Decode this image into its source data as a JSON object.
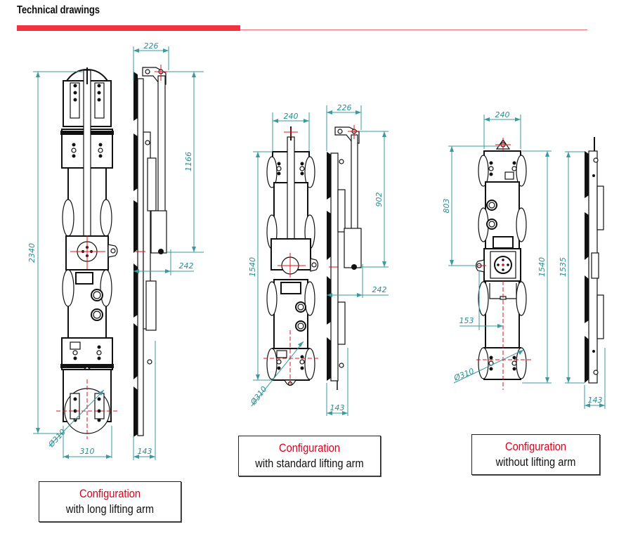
{
  "header": {
    "title": "Technical drawings",
    "accent_color": "#f2323f"
  },
  "configurations": [
    {
      "id": "long",
      "caption_line1": "Configuration",
      "caption_line2": "with long lifting arm",
      "dimensions": {
        "overall_height": "2340",
        "arm_height": "1166",
        "top_width_side": "226",
        "arm_offset": "242",
        "body_width": "310",
        "depth": "143",
        "pad_diameter": "Ø310"
      }
    },
    {
      "id": "standard",
      "caption_line1": "Configuration",
      "caption_line2": "with standard lifting arm",
      "dimensions": {
        "overall_height": "1540",
        "arm_height": "902",
        "top_width_front": "240",
        "top_width_side": "226",
        "arm_offset": "242",
        "depth": "143",
        "pad_diameter": "Ø310"
      }
    },
    {
      "id": "none",
      "caption_line1": "Configuration",
      "caption_line2": "without lifting arm",
      "dimensions": {
        "top_width_front": "240",
        "lug_distance": "803",
        "overall_height_front": "1540",
        "overall_height_side": "1535",
        "center_offset": "153",
        "depth": "143",
        "pad_diameter": "Ø310"
      }
    }
  ],
  "colors": {
    "dimension": "#2a8e95",
    "caption_red": "#e0001a",
    "centerline": "#e0101a"
  }
}
